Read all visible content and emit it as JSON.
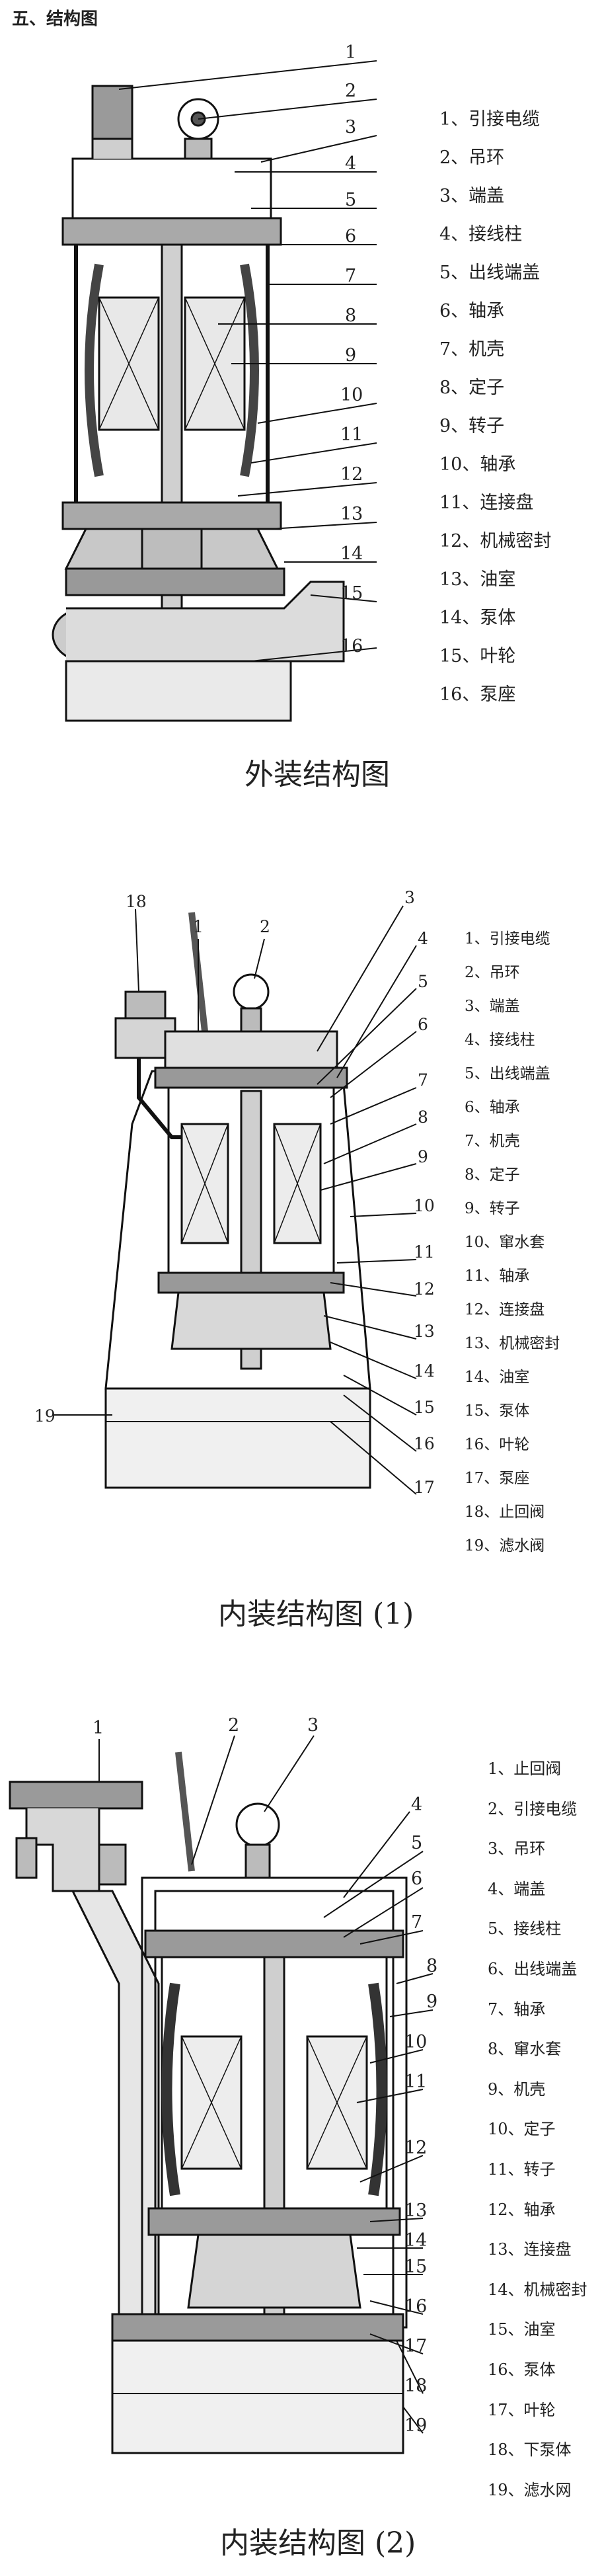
{
  "section_heading": "五、结构图",
  "figures": [
    {
      "caption": "外装结构图",
      "callout_numbers": [
        "1",
        "2",
        "3",
        "4",
        "5",
        "6",
        "7",
        "8",
        "9",
        "10",
        "11",
        "12",
        "13",
        "14",
        "15",
        "16"
      ],
      "legend": [
        "1、引接电缆",
        "2、吊环",
        "3、端盖",
        "4、接线柱",
        "5、出线端盖",
        "6、轴承",
        "7、机壳",
        "8、定子",
        "9、转子",
        "10、轴承",
        "11、连接盘",
        "12、机械密封",
        "13、油室",
        "14、泵体",
        "15、叶轮",
        "16、泵座"
      ]
    },
    {
      "caption": "内装结构图 (1)",
      "callout_numbers": [
        "1",
        "2",
        "3",
        "4",
        "5",
        "6",
        "7",
        "8",
        "9",
        "10",
        "11",
        "12",
        "13",
        "14",
        "15",
        "16",
        "17",
        "18",
        "19"
      ],
      "legend": [
        "1、引接电缆",
        "2、吊环",
        "3、端盖",
        "4、接线柱",
        "5、出线端盖",
        "6、轴承",
        "7、机壳",
        "8、定子",
        "9、转子",
        "10、窜水套",
        "11、轴承",
        "12、连接盘",
        "13、机械密封",
        "14、油室",
        "15、泵体",
        "16、叶轮",
        "17、泵座",
        "18、止回阀",
        "19、滤水阀"
      ]
    },
    {
      "caption": "内装结构图 (2)",
      "callout_numbers": [
        "1",
        "2",
        "3",
        "4",
        "5",
        "6",
        "7",
        "8",
        "9",
        "10",
        "11",
        "12",
        "13",
        "14",
        "15",
        "16",
        "17",
        "18",
        "19"
      ],
      "legend": [
        "1、止回阀",
        "2、引接电缆",
        "3、吊环",
        "4、端盖",
        "5、接线柱",
        "6、出线端盖",
        "7、轴承",
        "8、窜水套",
        "9、机壳",
        "10、定子",
        "11、转子",
        "12、轴承",
        "13、连接盘",
        "14、机械密封",
        "15、油室",
        "16、泵体",
        "17、叶轮",
        "18、下泵体",
        "19、滤水网"
      ]
    }
  ]
}
